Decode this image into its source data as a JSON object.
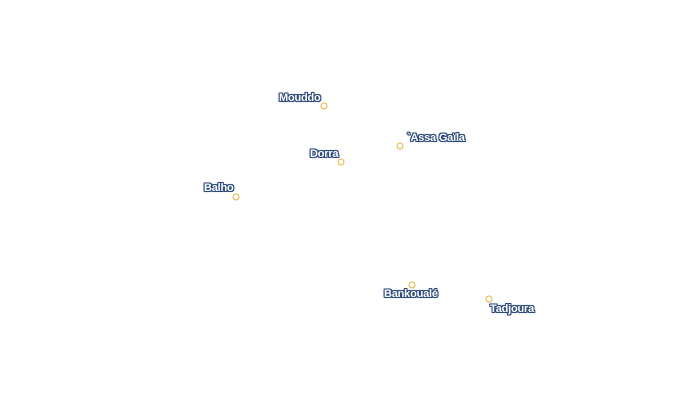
{
  "map": {
    "marker_color": "#e8b33a",
    "label_fill": "#ffffff",
    "label_halo": "#2c4a7a",
    "places": [
      {
        "name": "Mouddo"
      },
      {
        "name": "`Assa Gaïla"
      },
      {
        "name": "Dorra"
      },
      {
        "name": "Balho"
      },
      {
        "name": "Bankoualé"
      },
      {
        "name": "Tadjoura"
      }
    ]
  }
}
